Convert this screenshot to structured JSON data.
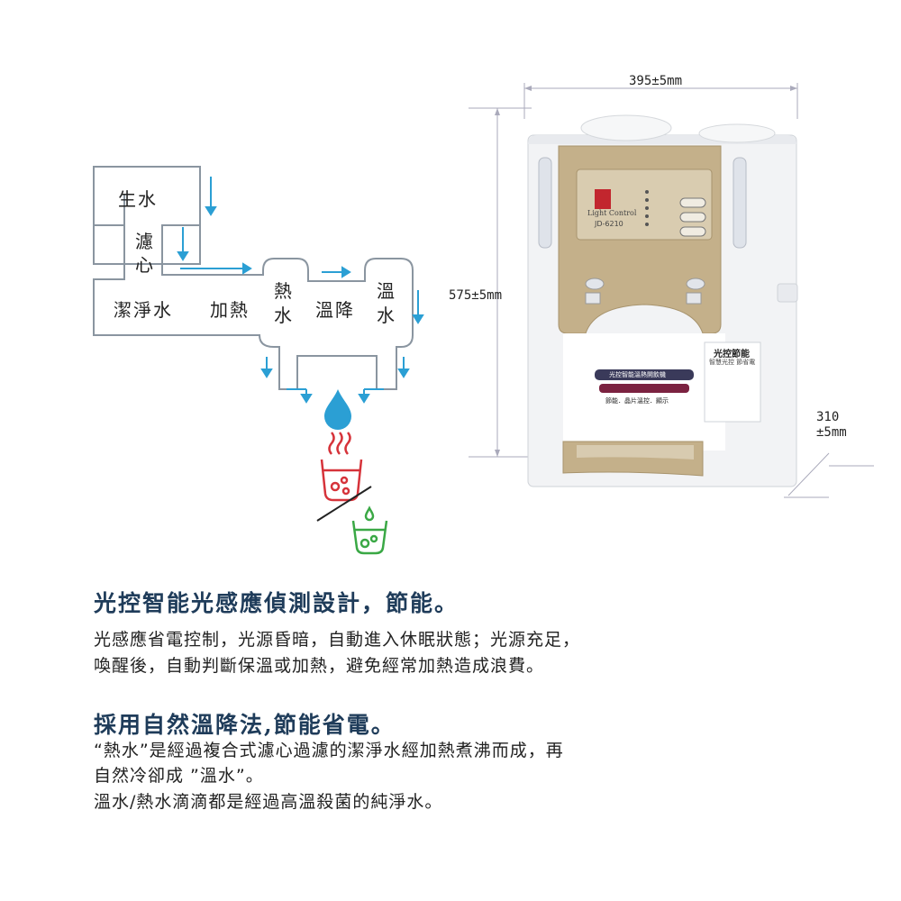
{
  "flow": {
    "raw_water": "生水",
    "filter_1": "濾",
    "filter_2": "心",
    "clean_water": "潔淨水",
    "heating": "加熱",
    "hot_1": "熱",
    "hot_2": "水",
    "cooling": "溫降",
    "warm_1": "溫",
    "warm_2": "水"
  },
  "dimensions": {
    "width": "395±5mm",
    "height": "575±5mm",
    "depth_value": "310",
    "depth_tol": "±5mm"
  },
  "product": {
    "brand": "Light Control",
    "model": "JD-6210",
    "panel_title": "光控節能",
    "panel_sub": "智慧光控 節省電",
    "banner": "光控智能溫熱開飲機",
    "slogan": "節能．晶片溫控．顯示"
  },
  "section1": {
    "heading": "光控智能光感應偵測設計，節能。",
    "line1": "光感應省電控制，光源昏暗，自動進入休眠狀態；光源充足，",
    "line2": "喚醒後，自動判斷保溫或加熱，避免經常加熱造成浪費。"
  },
  "section2": {
    "heading": "採用自然溫降法,節能省電。",
    "line1": "“熱水”是經過複合式濾心過濾的潔淨水經加熱煮沸而成，再",
    "line2": "自然冷卻成 ”溫水”。",
    "line3": "溫水/熱水滴滴都是經過高溫殺菌的純淨水。"
  },
  "colors": {
    "pipe": "#8a95a0",
    "arrow": "#2b9fd4",
    "drop": "#2b9fd4",
    "hot_cup": "#d6333a",
    "warm_cup": "#3aa845",
    "heading": "#1f3c5a",
    "gold": "#c4b08a"
  }
}
